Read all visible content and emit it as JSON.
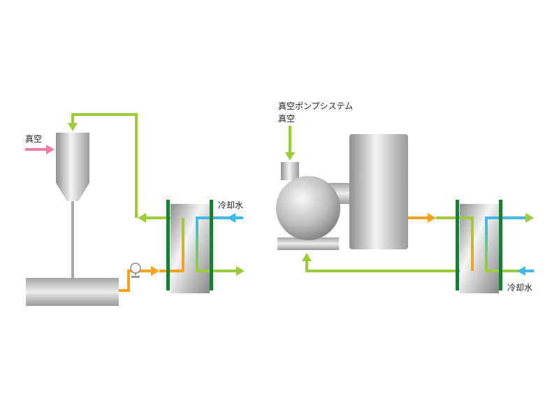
{
  "labels": {
    "left_vacuum": "真空",
    "left_cooling_water": "冷却水",
    "pump_system": "真空ポンプシステム",
    "right_vacuum": "真空",
    "right_cooling_water": "冷却水"
  },
  "colors": {
    "vacuum_line": "#f07aaa",
    "green_line": "#9ccc3a",
    "orange_line": "#f2a321",
    "cooling_line": "#3fb9e8",
    "plate": "#1f7a33",
    "steel_light": "#f2f2f2",
    "steel_dark": "#8f8f8f"
  }
}
